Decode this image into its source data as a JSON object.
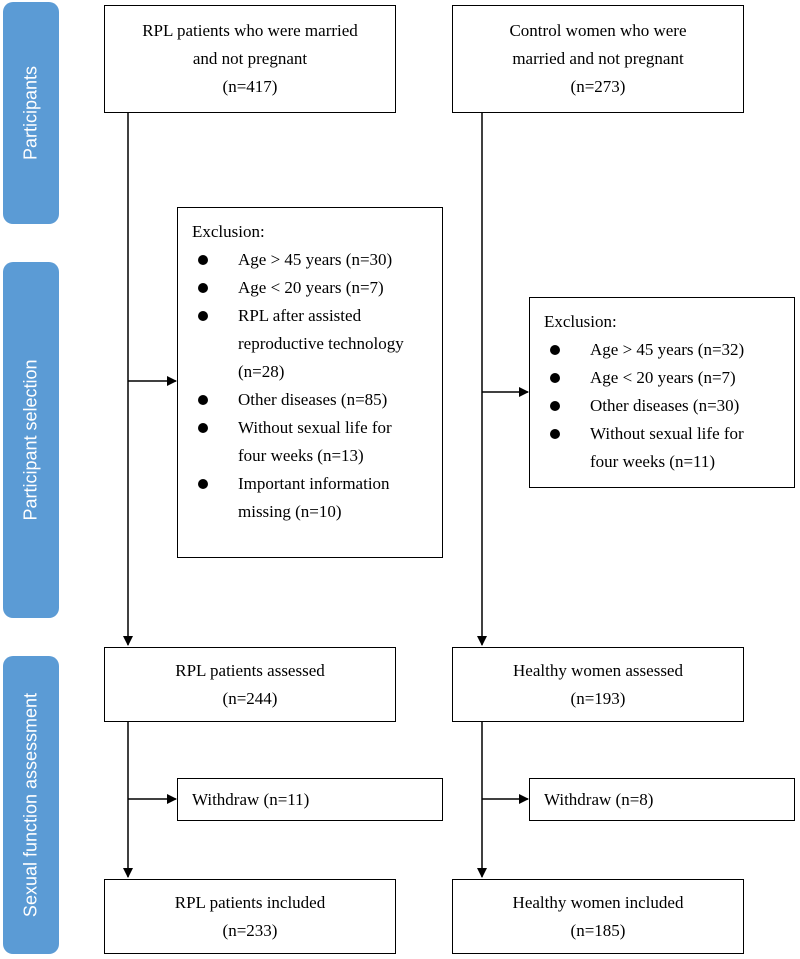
{
  "phases": {
    "participants": "Participants",
    "selection": "Participant selection",
    "assessment": "Sexual function assessment"
  },
  "colors": {
    "phase_bg": "#5b9bd5",
    "line": "#000000"
  },
  "left": {
    "start": {
      "lines": [
        "RPL patients who were married",
        "and not pregnant",
        "(n=417)"
      ]
    },
    "exclusion": {
      "title": "Exclusion:",
      "items": [
        {
          "lines": [
            "Age > 45 years (n=30)"
          ]
        },
        {
          "lines": [
            "Age < 20 years (n=7)"
          ]
        },
        {
          "lines": [
            "RPL after assisted",
            "reproductive technology",
            "(n=28)"
          ]
        },
        {
          "lines": [
            "Other diseases (n=85)"
          ]
        },
        {
          "lines": [
            "Without sexual life for",
            "four weeks (n=13)"
          ]
        },
        {
          "lines": [
            "Important information",
            "missing (n=10)"
          ]
        }
      ]
    },
    "assessed": {
      "lines": [
        "RPL patients assessed",
        "(n=244)"
      ]
    },
    "withdraw": "Withdraw (n=11)",
    "included": {
      "lines": [
        "RPL patients included",
        "(n=233)"
      ]
    }
  },
  "right": {
    "start": {
      "lines": [
        "Control women who were",
        "married and not pregnant",
        "(n=273)"
      ]
    },
    "exclusion": {
      "title": "Exclusion:",
      "items": [
        {
          "lines": [
            "Age > 45 years (n=32)"
          ]
        },
        {
          "lines": [
            "Age < 20 years (n=7)"
          ]
        },
        {
          "lines": [
            "Other diseases (n=30)"
          ]
        },
        {
          "lines": [
            "Without sexual life for",
            "four weeks (n=11)"
          ]
        }
      ]
    },
    "assessed": {
      "lines": [
        "Healthy women assessed",
        "(n=193)"
      ]
    },
    "withdraw": "Withdraw (n=8)",
    "included": {
      "lines": [
        "Healthy women included",
        "(n=185)"
      ]
    }
  }
}
